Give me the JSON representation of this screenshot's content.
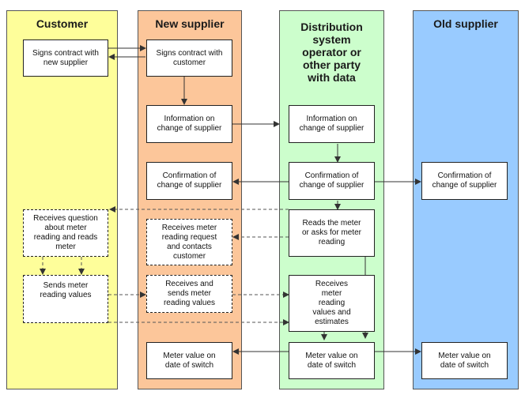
{
  "lanes": {
    "customer": "Customer",
    "new_supplier": "New supplier",
    "dso": "Distribution\nsystem\noperator or\nother party\nwith data",
    "old_supplier": "Old supplier"
  },
  "boxes": {
    "c_signs": "Signs contract  with\nnew supplier",
    "c_receives_question": "Receives question\nabout meter\nreading and reads\nmeter",
    "c_sends_values": "Sends meter\nreading values",
    "n_signs": "Signs contract with\ncustomer",
    "n_info": "Information on\nchange of supplier",
    "n_confirm": "Confirmation of\nchange of supplier",
    "n_receives_request": "Receives meter\nreading request\nand contacts\ncustomer",
    "n_receives_sends": "Receives and\nsends meter\nreading values",
    "n_meter_value": "Meter value on\ndate of switch",
    "d_info": "Information on\nchange of supplier",
    "d_confirm": "Confirmation of\nchange of supplier",
    "d_reads": "Reads the meter\nor asks for meter\nreading",
    "d_receives_values": "Receives\nmeter\nreading\nvalues and\nestimates",
    "d_meter_value": "Meter value on\ndate of switch",
    "o_confirm": "Confirmation of\nchange of supplier",
    "o_meter_value": "Meter value on\ndate of switch"
  },
  "colors": {
    "customer_lane": "#fefe9a",
    "new_supplier_lane": "#fcc69a",
    "dso_lane": "#ccfecc",
    "old_supplier_lane": "#99cbff",
    "arrow": "#333333"
  }
}
